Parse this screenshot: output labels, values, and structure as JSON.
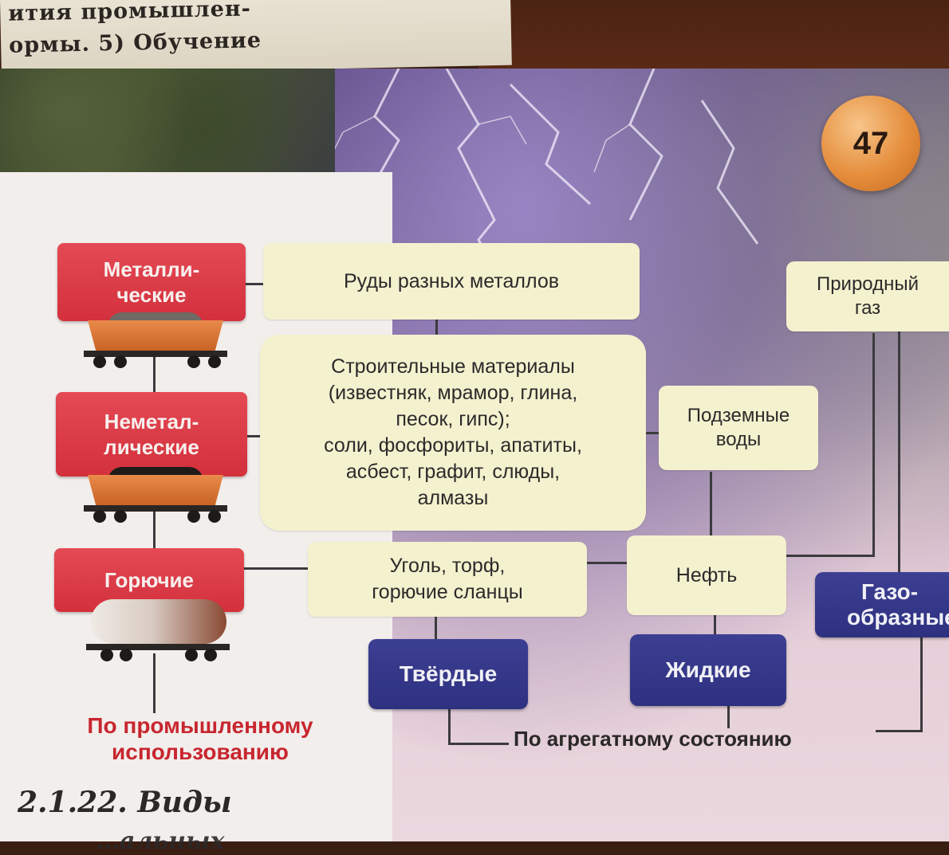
{
  "previous_page": {
    "line1": "ития промышлен-",
    "line2": "ормы. 5) Обучение"
  },
  "page_number": "47",
  "categories_by_use": [
    {
      "label": "Металли-\nческие"
    },
    {
      "label": "Неметал-\nлические"
    },
    {
      "label": "Горючие"
    }
  ],
  "resources": {
    "ores": "Руды разных металлов",
    "building": [
      "Строительные материалы",
      "(известняк, мрамор, глина,",
      "песок, гипс);",
      "соли, фосфориты, апатиты,",
      "асбест, графит, слюды,",
      "алмазы"
    ],
    "coal": [
      "Уголь, торф,",
      "горючие сланцы"
    ],
    "groundwater": [
      "Подземные",
      "воды"
    ],
    "oil": "Нефть",
    "gas": [
      "Природный",
      "газ"
    ]
  },
  "states": {
    "solid": "Твёрдые",
    "liquid": "Жидкие",
    "gas": [
      "Газо-",
      "образные"
    ]
  },
  "group_labels": {
    "by_use": [
      "По промышленному",
      "использованию"
    ],
    "by_state": "По агрегатному состоянию"
  },
  "section": {
    "title": "2.1.22. Виды",
    "next_line": "…альных"
  }
}
